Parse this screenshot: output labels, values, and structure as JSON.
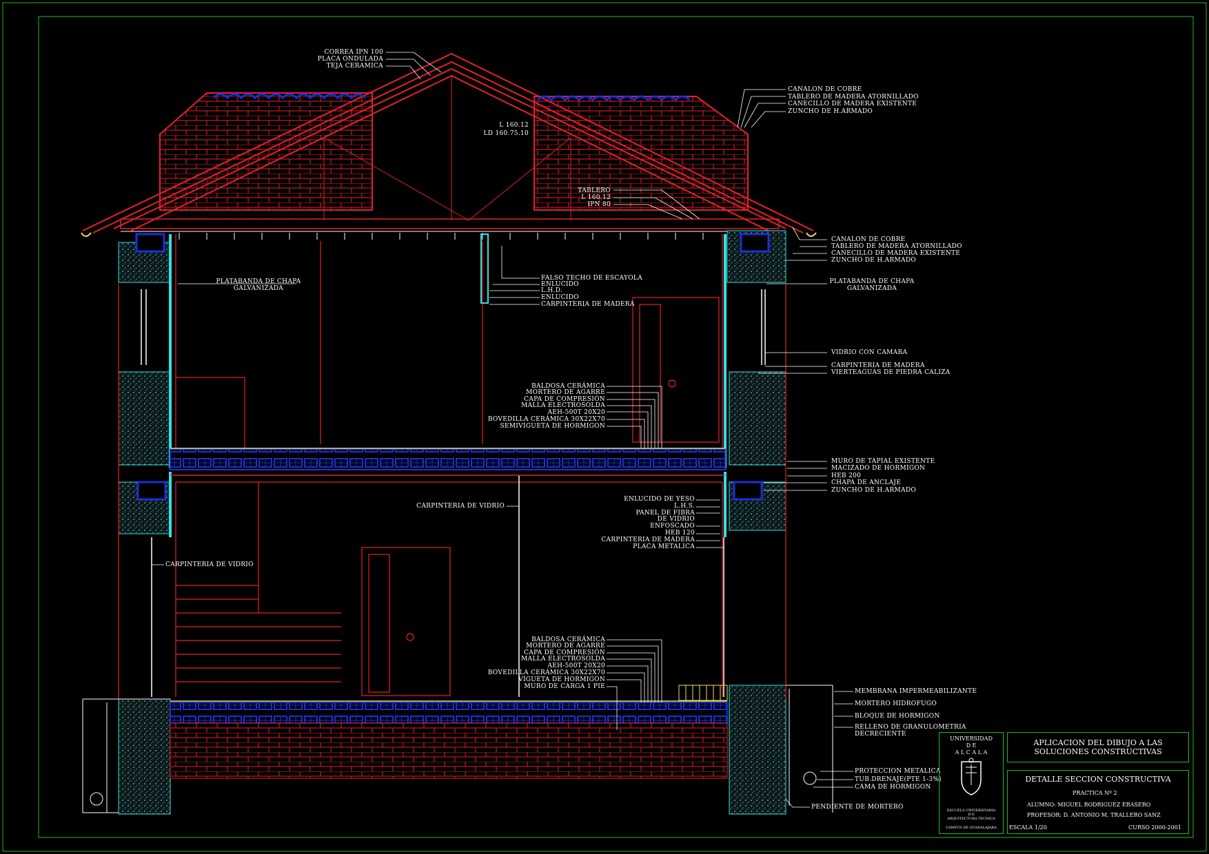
{
  "title_block": {
    "main_title_line1": "APLICACION DEL DIBUJO A LAS",
    "main_title_line2": "SOLUCIONES CONSTRUCTIVAS",
    "sheet_title": "DETALLE SECCION CONSTRUCTIVA",
    "practice": "PRACTICA Nº 2",
    "student": "ALUMNO: MIGUEL RODRIGUEZ ERASERO",
    "professor": "PROFESOR:   D. ANTONIO M. TRALLERO SANZ",
    "scale": "ESCALA 1/20",
    "course": "CURSO 2000-2001",
    "university_line1": "UNIVERSIDAD",
    "university_line2": "D E",
    "university_line3": "A L C A L A",
    "school_line1": "ESCUELA UNIVERSITARIA",
    "school_line2": "D E",
    "school_line3": "ARQUITECTURA TECNICA",
    "campus": "CAMPUS DE GUADALAJARA"
  },
  "labels": {
    "roof_left": [
      "CORREA IPN 100",
      "PLACA ONDULADA",
      "TEJA CERAMICA"
    ],
    "truss": [
      "L 160.12",
      "LD 160.75.10"
    ],
    "tie": [
      "TABLERO",
      "L 160.12",
      "IPN 80"
    ],
    "eave_top_right": [
      "CANALON DE COBRE",
      "TABLERO DE MADERA ATORNILLADO",
      "CANECILLO DE MADERA EXISTENTE",
      "ZUNCHO DE H.ARMADO"
    ],
    "eave_right": [
      "CANALON DE COBRE",
      "TABLERO DE MADERA ATORNILLADO",
      "CANECILLO DE MADERA EXISTENTE",
      "ZUNCHO DE H.ARMADO"
    ],
    "platabanda": [
      "PLATABANDA DE CHAPA",
      "GALVANIZADA"
    ],
    "ceiling": [
      "FALSO TECHO DE ESCAYOLA",
      "ENLUCIDO",
      "L.H.D.",
      "ENLUCIDO",
      "CARPINTERIA DE MADERA"
    ],
    "window_right": [
      "VIDRIO CON CAMARA",
      "CARPINTERIA DE MADERA",
      "VIERTEAGUAS DE PIEDRA CALIZA"
    ],
    "slab_upper": [
      "BALDOSA  CERÁMICA",
      "MORTERO DE AGARRE",
      "CAPA DE COMPRESIÓN",
      "MALLA ELECTROSOLDA",
      "AEH-500T 20X20",
      "BOVEDILLA CERÁMICA 30X22X70",
      "SEMIVIGUETA DE HORMIGON"
    ],
    "wall_right": [
      "MURO DE TAPIAL EXISTENTE",
      "MACIZADO DE HORMIGON",
      "HEB 200",
      "CHAPA DE ANCLAJE",
      "ZUNCHO DE H.ARMADO"
    ],
    "carpinteria_vidrio": "CARPINTERIA DE VIDRIO",
    "inner_wall": [
      "ENLUCIDO DE YESO",
      "L.H.S.",
      "PANEL DE FIBRA",
      "DE VIDRIO",
      "ENFOSCADO",
      "HEB 120",
      "CARPINTERIA DE MADERA",
      "PLACA METALICA"
    ],
    "slab_lower": [
      "BALDOSA  CERÁMICA",
      "MORTERO DE AGARRE",
      "CAPA DE COMPRESIÓN",
      "MALLA ELECTROSOLDA",
      "AEH-500T 20X20",
      "BOVEDILLA CERÁMICA 30X22X70",
      "VIGUETA DE HORMIGON",
      "MURO DE CARGA 1 PIE"
    ],
    "foundation": [
      "MEMBRANA IMPERMEABILIZANTE",
      "MORTERO HIDROFUGO",
      "BLOQUE DE HORMIGON",
      "RELLENO DE GRANULOMETRIA",
      "DECRECIENTE",
      "PROTECCION METALICA",
      "TUB.DRENAJE(PTE 1-3%)",
      "CAMA DE HORMIGON"
    ],
    "pendiente": "PENDIENTE DE MORTERO"
  },
  "colors": {
    "red": "#e8202a",
    "blue": "#1a2fd8",
    "cyan": "#34e0e0",
    "white": "#ffffff",
    "green": "#22bb22",
    "yellow": "#f0e060"
  }
}
